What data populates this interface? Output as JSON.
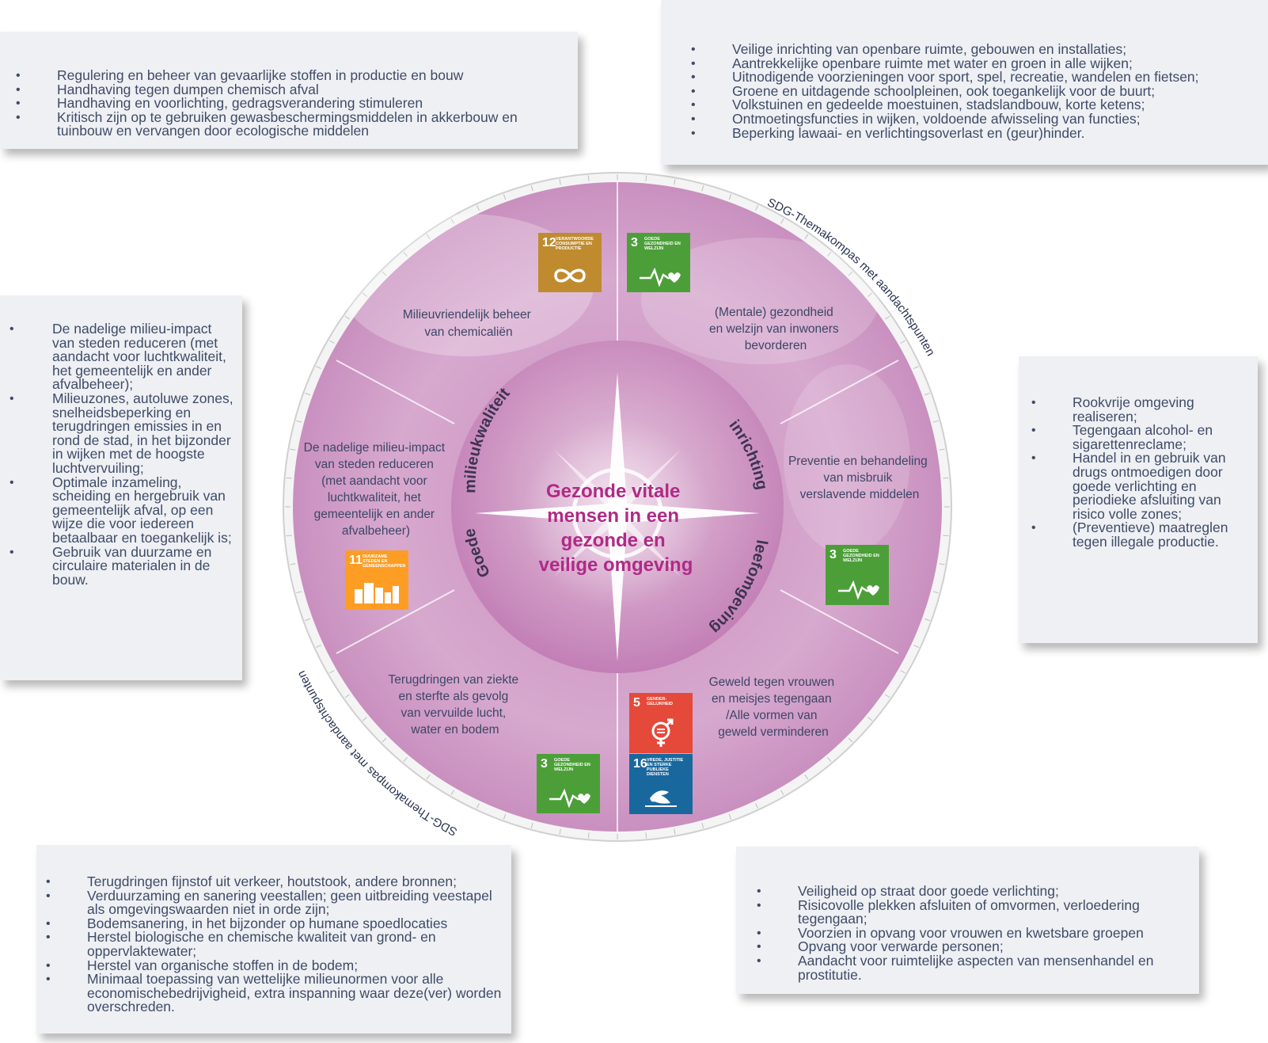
{
  "center_title": [
    "Gezonde vitale",
    "mensen in een",
    "gezonde en",
    "veilige omgeving"
  ],
  "ring_left": {
    "word1": "milieukwaliteit",
    "word2": "Goede"
  },
  "ring_right": {
    "word1": "inrichting",
    "word2": "leefomgeving"
  },
  "arc_label_top": "SDG-Themakompas met aandachtspunten",
  "arc_label_bottom": "SDG-Themakompas met aandachtspunten",
  "segments": {
    "top_left": [
      "Milieuvriendelijk beheer",
      "van chemicaliën"
    ],
    "left": [
      "De nadelige milieu-impact",
      "van steden reduceren",
      "(met aandacht voor",
      "luchtkwaliteit, het",
      "gemeentelijk en ander",
      "afvalbeheer)"
    ],
    "bottom_left": [
      "Terugdringen van ziekte",
      "en sterfte als gevolg",
      "van vervuilde lucht,",
      "water en bodem"
    ],
    "top_right": [
      "(Mentale) gezondheid",
      "en welzijn van inwoners",
      "bevorderen"
    ],
    "right": [
      "Preventie en behandeling",
      "van misbruik",
      "verslavende middelen"
    ],
    "bottom_right": [
      "Geweld tegen vrouwen",
      "en meisjes tegengaan",
      "/Alle vormen van",
      "geweld verminderen"
    ]
  },
  "sdg_icons": {
    "sdg12": {
      "num": "12",
      "title": "VERANTWOORDE CONSUMPTIE EN PRODUCTIE",
      "color": "#BF8B2E"
    },
    "sdg3_top": {
      "num": "3",
      "title": "GOEDE GEZONDHEID EN WELZIJN",
      "color": "#4C9F38"
    },
    "sdg11": {
      "num": "11",
      "title": "DUURZAME STEDEN EN GEMEENSCHAPPEN",
      "color": "#FD9D24"
    },
    "sdg3_right": {
      "num": "3",
      "title": "GOEDE GEZONDHEID EN WELZIJN",
      "color": "#4C9F38"
    },
    "sdg3_bottom": {
      "num": "3",
      "title": "GOEDE GEZONDHEID EN WELZIJN",
      "color": "#4C9F38"
    },
    "sdg5": {
      "num": "5",
      "title": "GENDER-GELIJKHEID",
      "color": "#E5493A"
    },
    "sdg16": {
      "num": "16",
      "title": "VREDE, JUSTITIE EN STERKE PUBLIEKE DIENSTEN",
      "color": "#19689D"
    }
  },
  "callouts": {
    "top_left": [
      "Regulering en beheer van gevaarlijke stoffen in productie en bouw",
      "Handhaving tegen dumpen chemisch afval",
      "Handhaving en voorlichting, gedragsverandering stimuleren",
      "Kritisch zijn op te gebruiken gewasbeschermingsmiddelen in akkerbouw en tuinbouw en vervangen door ecologische middelen"
    ],
    "top_right": [
      "Veilige inrichting van openbare ruimte, gebouwen en installaties;",
      "Aantrekkelijke openbare ruimte met water en groen in alle wijken;",
      "Uitnodigende voorzieningen voor sport, spel, recreatie, wandelen en fietsen;",
      "Groene en uitdagende schoolpleinen, ook toegankelijk voor de buurt;",
      "Volkstuinen en gedeelde moestuinen, stadslandbouw, korte ketens;",
      "Ontmoetingsfuncties in wijken, voldoende afwisseling van functies;",
      "Beperking lawaai- en verlichtingsoverlast en (geur)hinder."
    ],
    "left": [
      "De nadelige milieu-impact van steden reduceren (met aandacht voor luchtkwaliteit, het gemeentelijk en ander afvalbeheer);",
      "Milieuzones, autoluwe zones, snelheidsbeperking en terugdringen emissies in en rond de stad, in het bijzonder in wijken met de hoogste luchtvervuiling;",
      "Optimale inzameling, scheiding en hergebruik van gemeentelijk afval, op een wijze die voor iedereen betaalbaar en toegankelijk is;",
      "Gebruik van duurzame en circulaire materialen in de bouw."
    ],
    "right": [
      "Rookvrije omgeving realiseren;",
      "Tegengaan alcohol- en sigarettenreclame;",
      "Handel in en gebruik van drugs ontmoedigen door goede verlichting en periodieke afsluiting van risico  volle zones;",
      "(Preventieve) maatreglen tegen illegale productie."
    ],
    "bottom_left": [
      "Terugdringen fijnstof uit verkeer, houtstook, andere bronnen;",
      "Verduurzaming en sanering veestallen; geen uitbreiding veestapel als omgevingswaarden niet in orde zijn;",
      "Bodemsanering, in het bijzonder op humane spoedlocaties",
      "Herstel biologische en chemische kwaliteit van grond- en oppervlaktewater;",
      "Herstel van organische stoffen in de bodem;",
      "Minimaal toepassing van wettelijke milieunormen voor alle economischebedrijvigheid, extra inspanning waar deze(ver) worden overschreden."
    ],
    "bottom_right": [
      "Veiligheid op straat door goede verlichting;",
      "Risicovolle plekken afsluiten of omvormen, verloedering tegengaan;",
      "Voorzien in opvang voor vrouwen en kwetsbare groepen",
      "Opvang voor verwarde personen;",
      "Aandacht voor ruimtelijke aspecten van mensenhandel en prostitutie."
    ]
  },
  "colors": {
    "wheel_outer": "#cf9cc6",
    "wheel_inner": "#c07ab4",
    "center_text": "#b02a86",
    "callout_bg": "#eef0f4",
    "text": "#3f4b66"
  }
}
